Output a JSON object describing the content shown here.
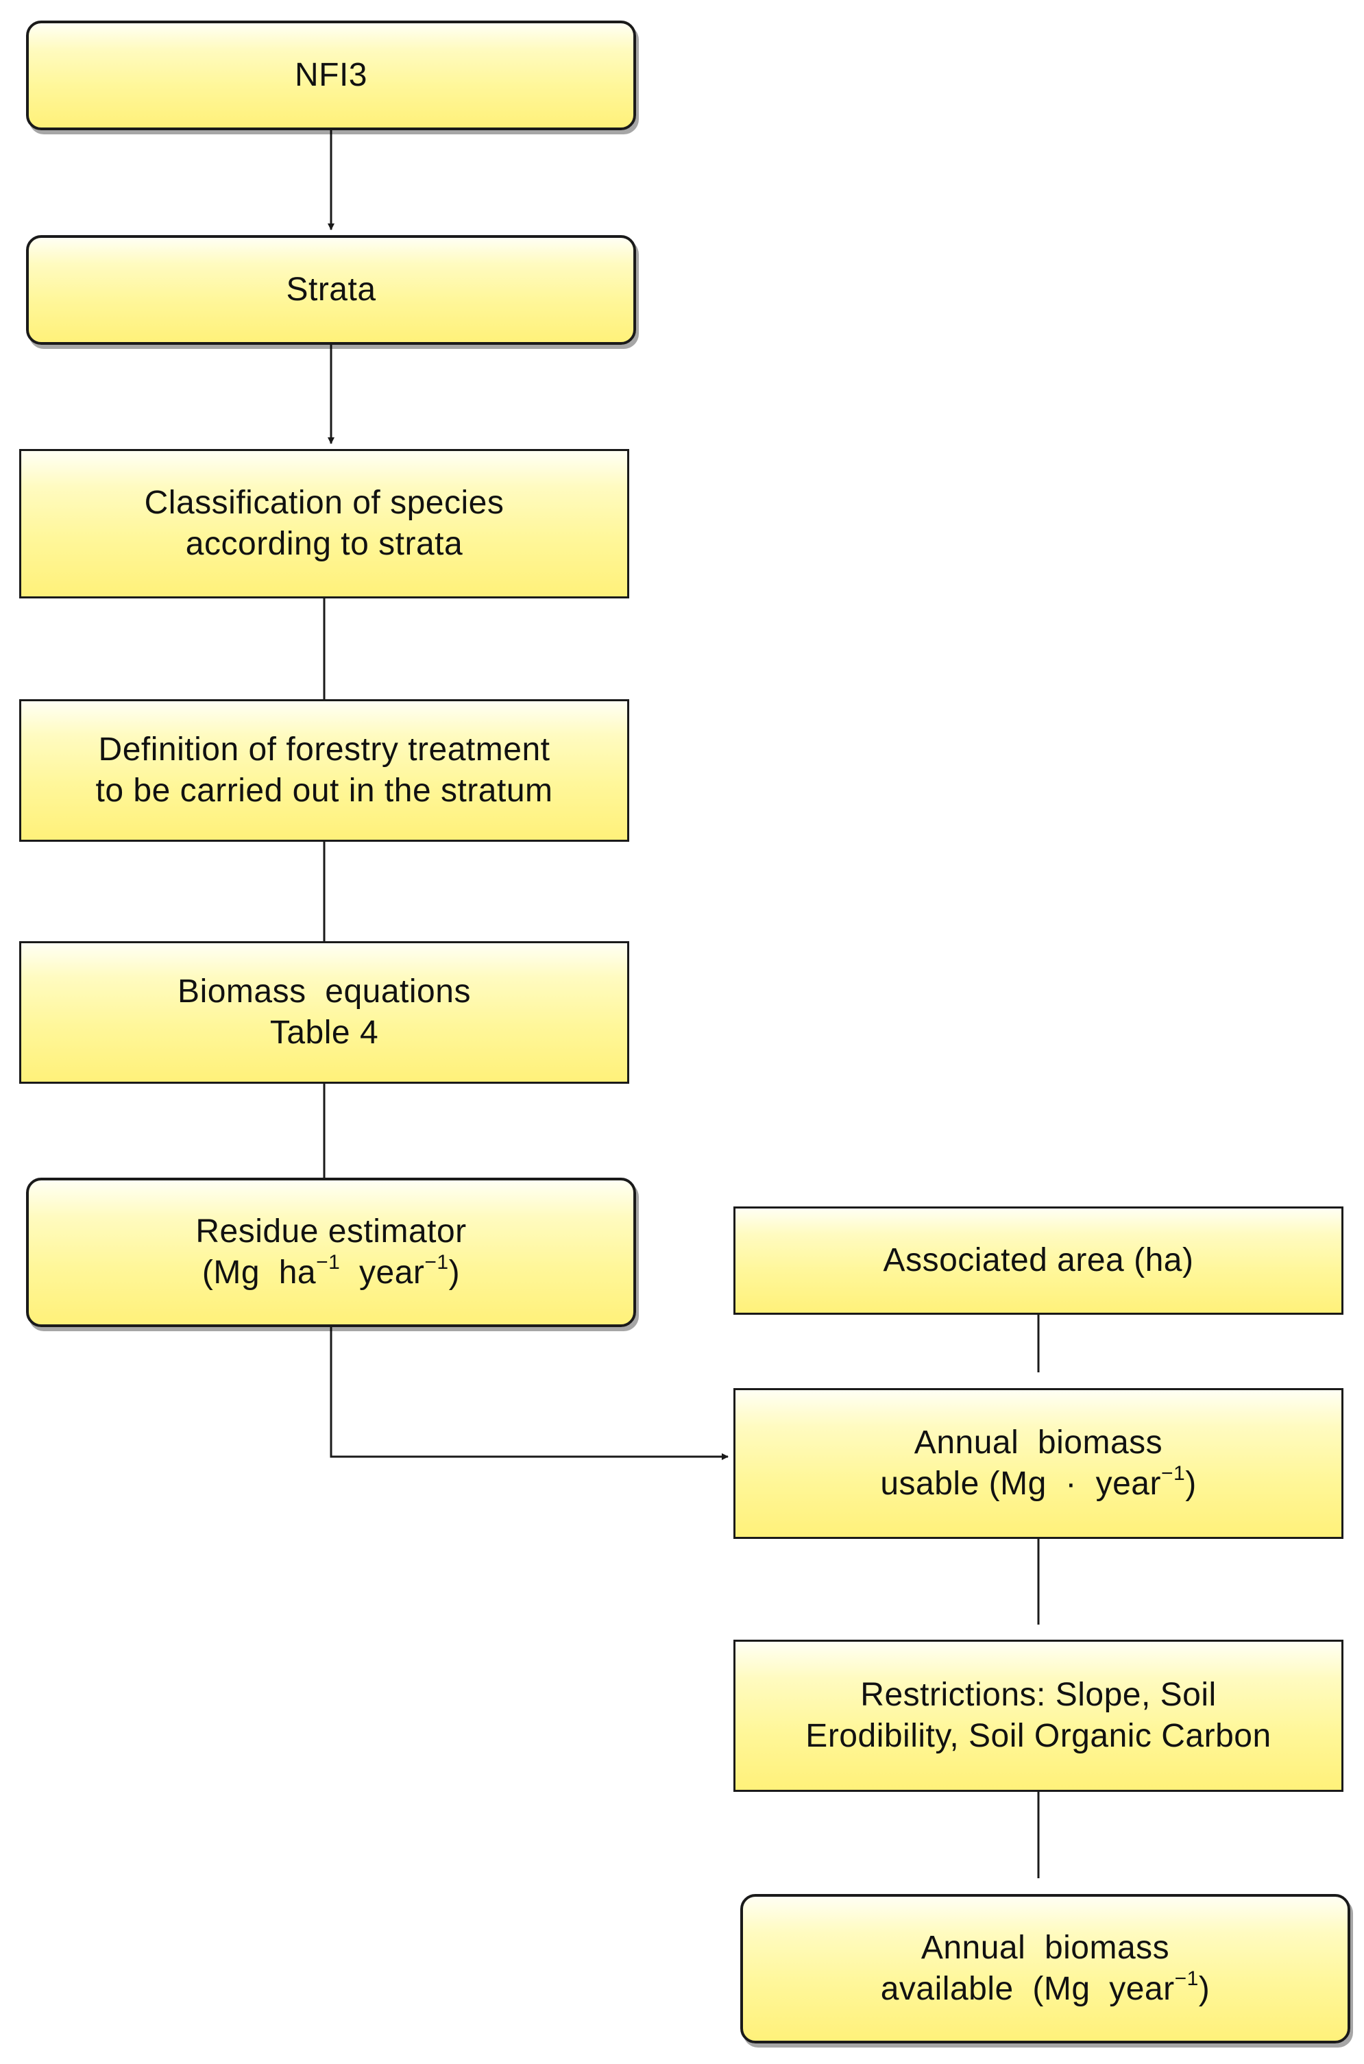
{
  "diagram": {
    "nodes": {
      "nfi3": {
        "line1": "NFI3"
      },
      "strata": {
        "line1": "Strata"
      },
      "classification": {
        "line1": "Classification of species",
        "line2": "according to strata"
      },
      "treatment": {
        "line1": "Definition of forestry treatment",
        "line2": "to be carried out in the stratum"
      },
      "biomass_equations": {
        "line1": "Biomass  equations",
        "line2": "Table 4"
      },
      "residue_estimator": {
        "line1": "Residue estimator",
        "line2_a": "(Mg  ha",
        "line2_sup1": "−1",
        "line2_b": "  year",
        "line2_sup2": "−1",
        "line2_c": ")"
      },
      "associated_area": {
        "line1": "Associated area (ha)"
      },
      "annual_usable": {
        "line1": "Annual  biomass",
        "line2_a": "usable (Mg  ·  year",
        "line2_sup": "−1",
        "line2_b": ")"
      },
      "restrictions": {
        "line1": "Restrictions: Slope, Soil",
        "line2": "Erodibility, Soil Organic Carbon"
      },
      "annual_available": {
        "line1": "Annual  biomass",
        "line2_a": "available  (Mg  year",
        "line2_sup": "−1",
        "line2_b": ")"
      }
    },
    "edges": [
      {
        "from": "nfi3",
        "to": "strata",
        "arrow": true
      },
      {
        "from": "strata",
        "to": "classification",
        "arrow": true
      },
      {
        "from": "classification",
        "to": "treatment",
        "arrow": false
      },
      {
        "from": "treatment",
        "to": "biomass_equations",
        "arrow": false
      },
      {
        "from": "biomass_equations",
        "to": "residue_estimator",
        "arrow": false
      },
      {
        "from": "residue_estimator",
        "to": "annual_usable",
        "arrow": true
      },
      {
        "from": "associated_area",
        "to": "annual_usable",
        "arrow": false
      },
      {
        "from": "annual_usable",
        "to": "restrictions",
        "arrow": false
      },
      {
        "from": "restrictions",
        "to": "annual_available",
        "arrow": false
      }
    ],
    "colors": {
      "box_fill_top": "#fffff4",
      "box_fill_bottom": "#fff17a",
      "box_border": "#1a1a1a",
      "connector": "#1a1a1a"
    }
  }
}
